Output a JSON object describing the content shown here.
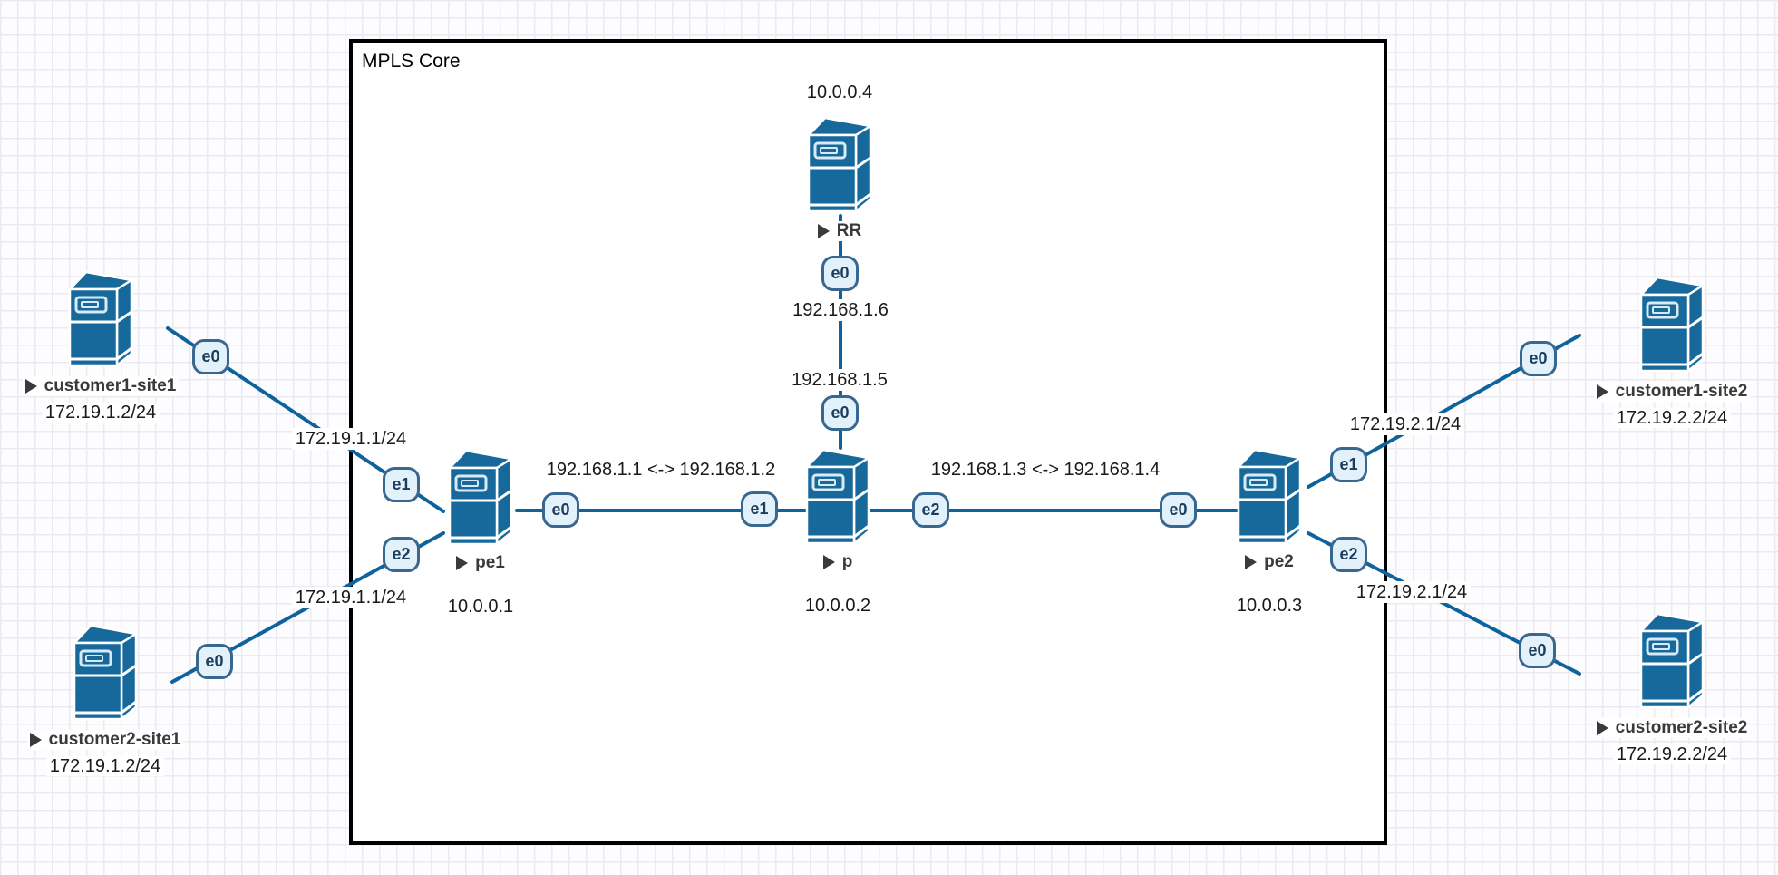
{
  "region": {
    "label": "MPLS Core"
  },
  "nodes": [
    {
      "name": "RR",
      "ip": "10.0.0.4"
    },
    {
      "name": "pe1",
      "ip": "10.0.0.1"
    },
    {
      "name": "p",
      "ip": "10.0.0.2"
    },
    {
      "name": "pe2",
      "ip": "10.0.0.3"
    },
    {
      "name": "customer1-site1",
      "ip": "172.19.1.2/24"
    },
    {
      "name": "customer2-site1",
      "ip": "172.19.1.2/24"
    },
    {
      "name": "customer1-site2",
      "ip": "172.19.2.2/24"
    },
    {
      "name": "customer2-site2",
      "ip": "172.19.2.2/24"
    }
  ],
  "interfaces": [
    {
      "node": "customer1-site1",
      "label": "e0"
    },
    {
      "node": "customer2-site1",
      "label": "e0"
    },
    {
      "node": "pe1",
      "label": "e1"
    },
    {
      "node": "pe1",
      "label": "e2"
    },
    {
      "node": "pe1",
      "label": "e0"
    },
    {
      "node": "p",
      "label": "e1"
    },
    {
      "node": "p",
      "label": "e0"
    },
    {
      "node": "p",
      "label": "e2"
    },
    {
      "node": "pe2",
      "label": "e0"
    },
    {
      "node": "RR",
      "label": "e0"
    },
    {
      "node": "pe2",
      "label": "e1"
    },
    {
      "node": "pe2",
      "label": "e2"
    },
    {
      "node": "customer1-site2",
      "label": "e0"
    },
    {
      "node": "customer2-site2",
      "label": "e0"
    }
  ],
  "link_labels": [
    {
      "text": "172.19.1.1/24"
    },
    {
      "text": "172.19.1.1/24"
    },
    {
      "text": "192.168.1.1 <-> 192.168.1.2"
    },
    {
      "text": "192.168.1.3 <-> 192.168.1.4"
    },
    {
      "text": "192.168.1.5"
    },
    {
      "text": "192.168.1.6"
    },
    {
      "text": "172.19.2.1/24"
    },
    {
      "text": "172.19.2.1/24"
    }
  ],
  "links": [
    {
      "from": "customer1-site1",
      "from_if": "e0",
      "to": "pe1",
      "to_if": "e1",
      "label": "172.19.1.1/24"
    },
    {
      "from": "customer2-site1",
      "from_if": "e0",
      "to": "pe1",
      "to_if": "e2",
      "label": "172.19.1.1/24"
    },
    {
      "from": "pe1",
      "from_if": "e0",
      "to": "p",
      "to_if": "e1",
      "label": "192.168.1.1 <-> 192.168.1.2"
    },
    {
      "from": "p",
      "from_if": "e2",
      "to": "pe2",
      "to_if": "e0",
      "label": "192.168.1.3 <-> 192.168.1.4"
    },
    {
      "from": "p",
      "from_if": "e0",
      "to": "RR",
      "to_if": "e0",
      "label": "192.168.1.5 / 192.168.1.6"
    },
    {
      "from": "pe2",
      "from_if": "e1",
      "to": "customer1-site2",
      "to_if": "e0",
      "label": "172.19.2.1/24"
    },
    {
      "from": "pe2",
      "from_if": "e2",
      "to": "customer2-site2",
      "to_if": "e0",
      "label": "172.19.2.1/24"
    }
  ],
  "icons": {
    "node_marker": "play-triangle",
    "router": "server-tower"
  },
  "colors": {
    "link": "#0e639c",
    "router_fill": "#17699c",
    "router_stroke": "#ffffff",
    "pill_bg": "#e3f1fb",
    "pill_border": "#38678f",
    "pill_text": "#1c3d5c",
    "region_border": "#000000",
    "node_name_text": "#3a3a3a",
    "label_text": "#1a1a1a",
    "grid_line": "#eceaf0"
  }
}
